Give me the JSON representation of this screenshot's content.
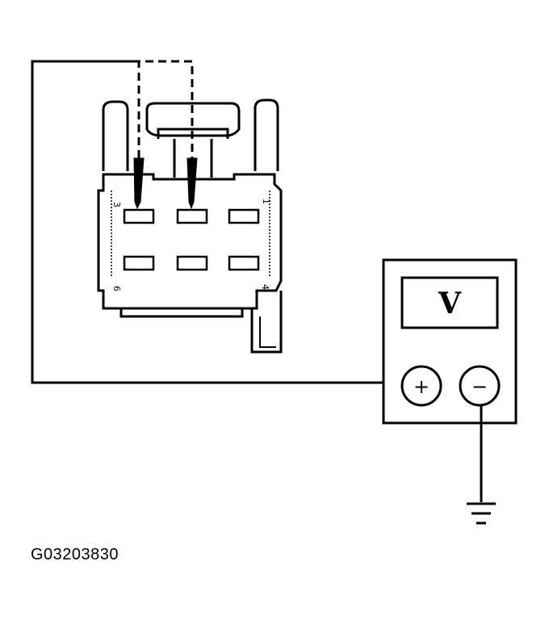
{
  "figure_id": "G03203830",
  "connector": {
    "pin_labels": [
      "3",
      "1",
      "6",
      "4"
    ]
  },
  "meter": {
    "display_label": "V",
    "positive_terminal": "+",
    "negative_terminal": "−"
  }
}
